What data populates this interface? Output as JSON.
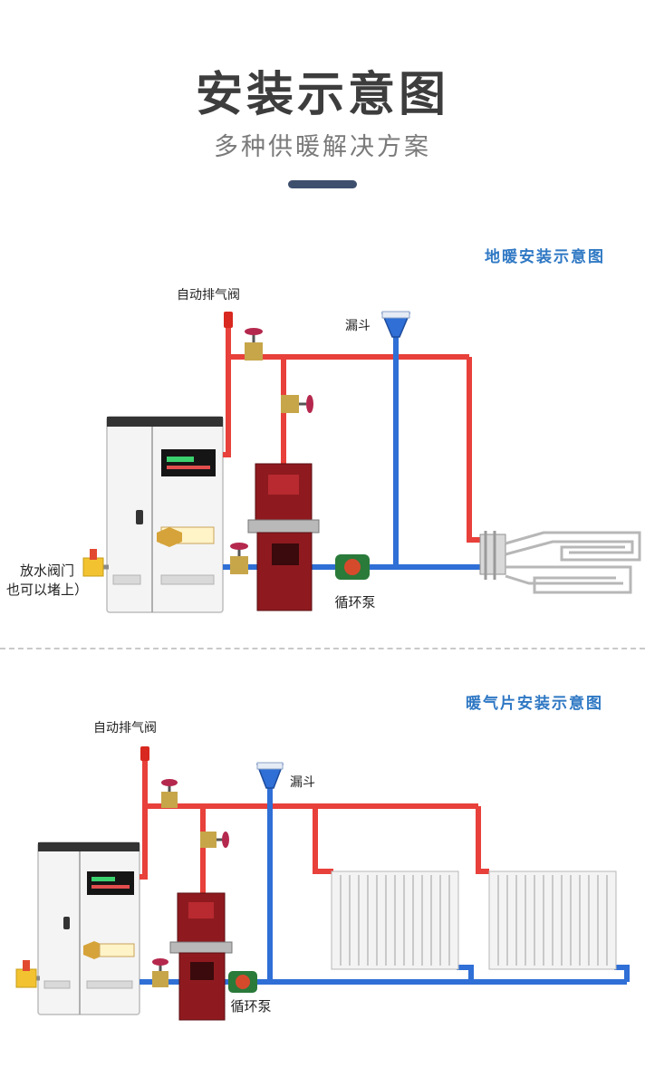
{
  "header": {
    "title": "安装示意图",
    "subtitle": "多种供暖解决方案"
  },
  "colors": {
    "hot_pipe": "#e8403a",
    "return_pipe": "#2f6fd6",
    "heading_blue": "#2f78c4",
    "title_bar": "#3e4f6e"
  },
  "floor_heating": {
    "heading": "地暖安装示意图",
    "auto_vent_valve": "自动排气阀",
    "funnel": "漏斗",
    "drain_valve": "放水阀门",
    "drain_valve_note": "也可以堵上）",
    "pump": "循环泵"
  },
  "radiator": {
    "heading": "暖气片安装示意图",
    "auto_vent_valve": "自动排气阀",
    "funnel": "漏斗",
    "pump": "循环泵"
  }
}
